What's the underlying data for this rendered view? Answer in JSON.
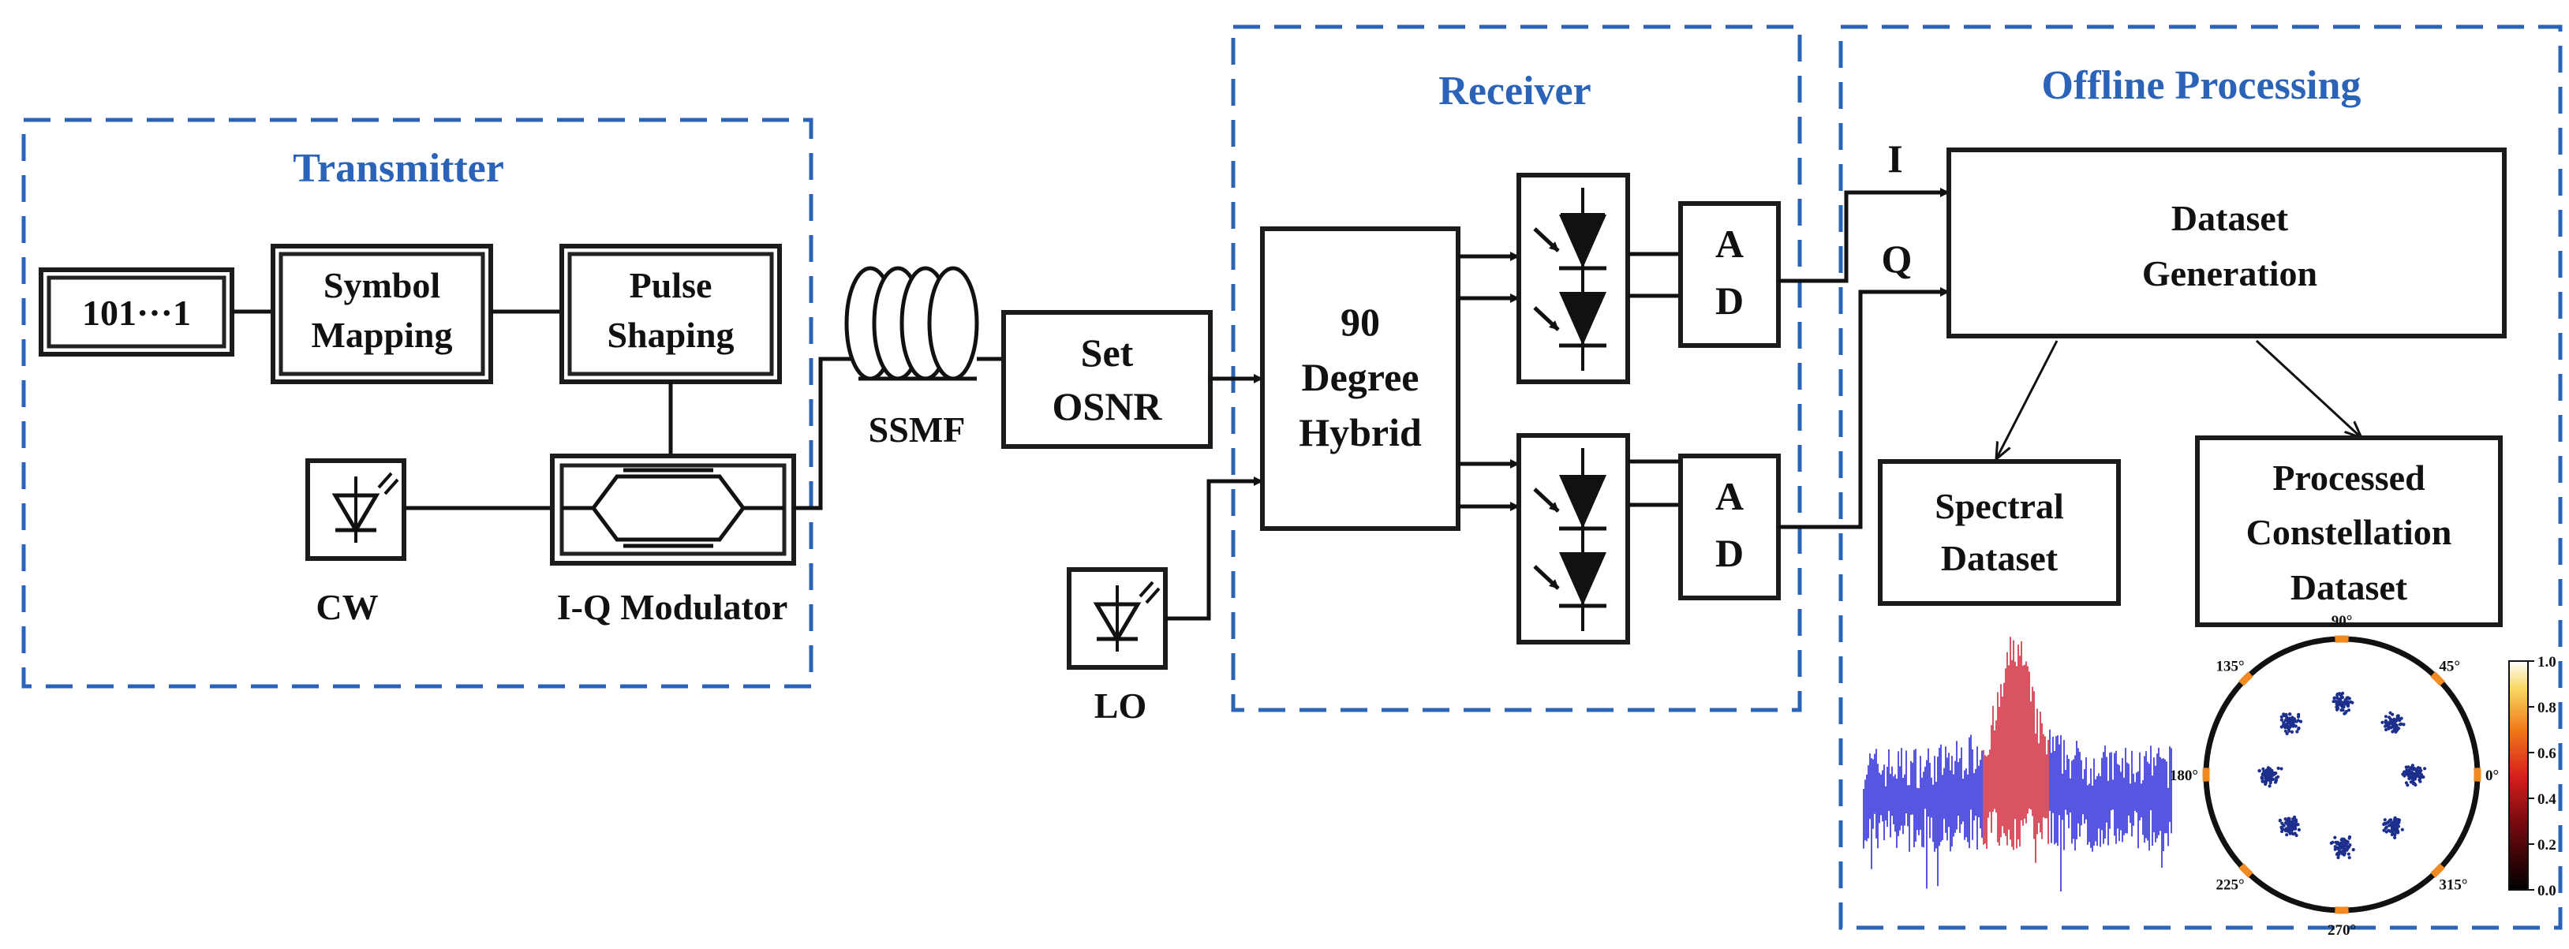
{
  "sections": {
    "transmitter": "Transmitter",
    "receiver": "Receiver",
    "offline": "Offline Processing"
  },
  "blocks": {
    "bits": "101···1",
    "symbol_mapping": [
      "Symbol",
      "Mapping"
    ],
    "pulse_shaping": [
      "Pulse",
      "Shaping"
    ],
    "cw": "CW",
    "iq_modulator": "I-Q Modulator",
    "ssmf": "SSMF",
    "set_osnr": [
      "Set",
      "OSNR"
    ],
    "lo": "LO",
    "hybrid": [
      "90",
      "Degree",
      "Hybrid"
    ],
    "ad_top": [
      "A",
      "D"
    ],
    "ad_bottom": [
      "A",
      "D"
    ],
    "i_label": "I",
    "q_label": "Q",
    "dataset_generation": [
      "Dataset",
      "Generation"
    ],
    "spectral_dataset": [
      "Spectral",
      "Dataset"
    ],
    "processed_constellation": [
      "Processed",
      "Constellation",
      "Dataset"
    ]
  },
  "polar": {
    "angle_labels": [
      "90°",
      "45°",
      "0°",
      "315°",
      "270°",
      "225°",
      "180°",
      "135°"
    ],
    "cluster_angles_deg": [
      0,
      45,
      90,
      135,
      180,
      225,
      270,
      315
    ]
  },
  "colorbar": {
    "ticks": [
      "1.0",
      "0.8",
      "0.6",
      "0.4",
      "0.2",
      "0.0"
    ]
  },
  "colors": {
    "section_title": "#2a63b8",
    "dashed_border": "#2a63b8",
    "spectrum_noise": "#2c2cd8",
    "spectrum_peak": "#d0283c",
    "constellation_points": "#1c2f8c"
  }
}
